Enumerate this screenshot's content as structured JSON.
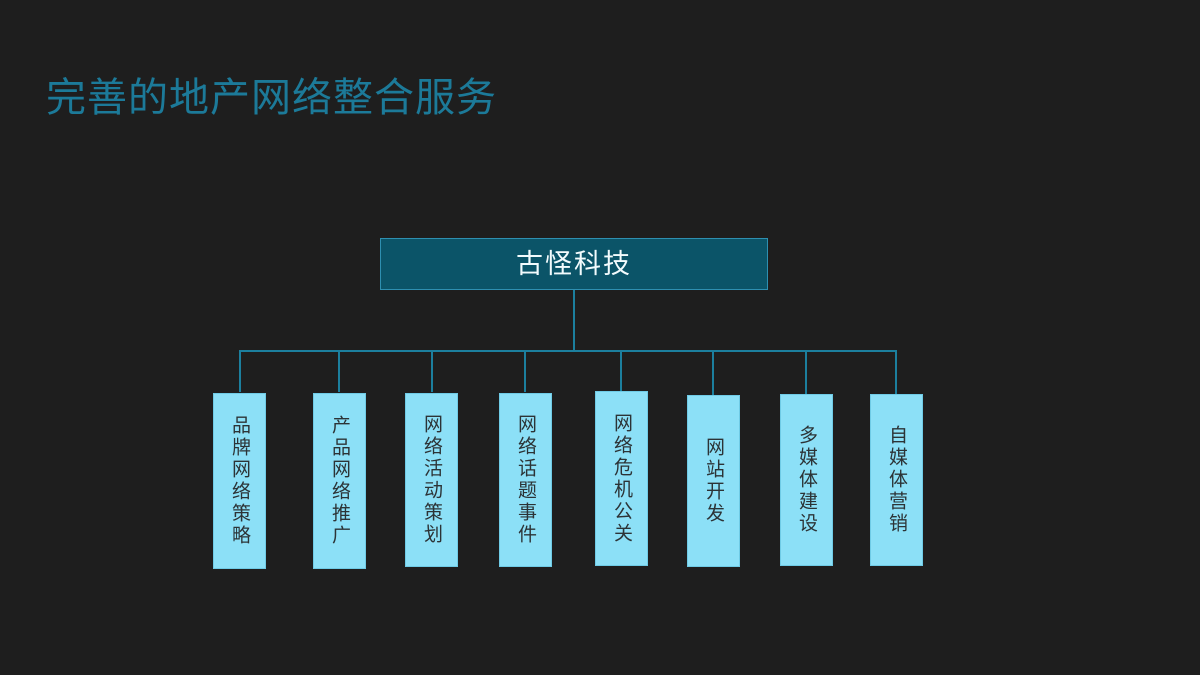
{
  "slide": {
    "title": "完善的地产网络整合服务",
    "background_color": "#1e1e1e",
    "title_color": "#1c7a99",
    "accent_color": "#1c7f9e",
    "root_fill_color": "#0b5468",
    "leaf_fill_color": "#8ce0f7"
  },
  "org_chart": {
    "root": {
      "label": "古怪科技"
    },
    "children": [
      {
        "label": "品牌网络策略"
      },
      {
        "label": "产品网络推广"
      },
      {
        "label": "网络活动策划"
      },
      {
        "label": "网络话题事件"
      },
      {
        "label": "网络危机公关"
      },
      {
        "label": "网站开发"
      },
      {
        "label": "多媒体建设"
      },
      {
        "label": "自媒体营销"
      }
    ]
  }
}
